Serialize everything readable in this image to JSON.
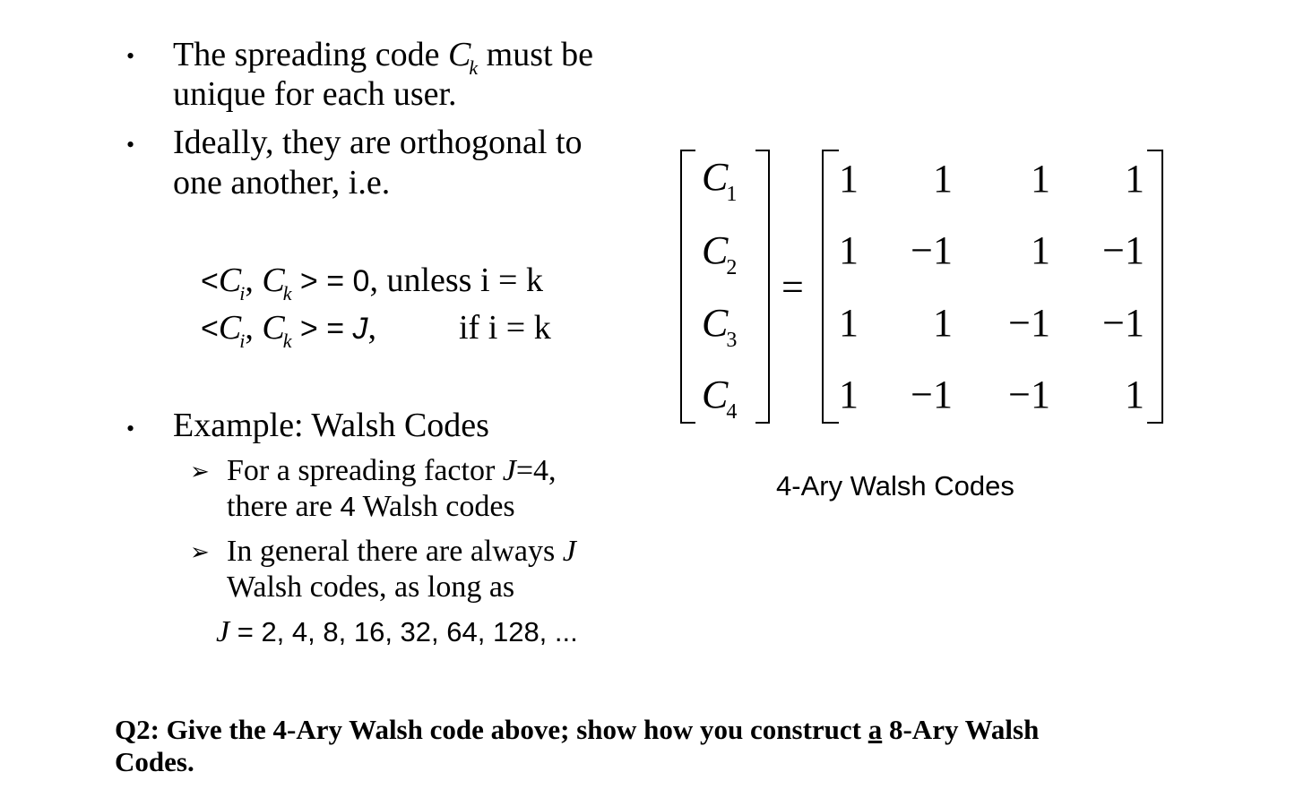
{
  "bullets": {
    "b1": {
      "l1_pre": "The spreading code ",
      "code_var": "C",
      "code_sub": "k",
      "l1_post": " must be",
      "l2": "unique for each user."
    },
    "b2": {
      "l1": "Ideally, they are orthogonal to",
      "l2": "one another, i.e."
    },
    "b3": {
      "title": "Example: Walsh Codes",
      "sub1_pre": "For a spreading factor ",
      "sub1_var": "J",
      "sub1_post": "=4,",
      "sub1_l2_a": "there are ",
      "sub1_l2_num": "4",
      "sub1_l2_b": " Walsh codes",
      "sub2_l1_pre": "In general there are always ",
      "sub2_l1_var": "J",
      "sub2_l2": "Walsh codes, as long as"
    }
  },
  "orthogonality": {
    "eq1": {
      "lt": "<",
      "ci": "C",
      "ci_sub": "i",
      "comma": ",",
      "ck": "C",
      "ck_sub": "k",
      "rel": " > = ",
      "value": "0",
      "cond": ", unless i = k"
    },
    "eq2": {
      "lt": "<",
      "ci": "C",
      "ci_sub": "i",
      "comma": ",",
      "ck": "C",
      "ck_sub": "k",
      "rel": " > = ",
      "value": "J",
      "comma2": ",",
      "cond": "if  i = k"
    }
  },
  "j_values": {
    "var": "J",
    "eq": " = ",
    "list": "2, 4, 8, 16, 32, 64, 128, ..."
  },
  "matrix": {
    "vector": [
      {
        "base": "C",
        "sub": "1"
      },
      {
        "base": "C",
        "sub": "2"
      },
      {
        "base": "C",
        "sub": "3"
      },
      {
        "base": "C",
        "sub": "4"
      }
    ],
    "equals": "=",
    "rows": [
      [
        "1",
        "1",
        "1",
        "1"
      ],
      [
        "1",
        "−1",
        "1",
        "−1"
      ],
      [
        "1",
        "1",
        "−1",
        "−1"
      ],
      [
        "1",
        "−1",
        "−1",
        "1"
      ]
    ],
    "caption": "4-Ary Walsh Codes"
  },
  "question": {
    "l1_pre": "Q2:  Give the 4-Ary Walsh code above; show how you construct ",
    "l1_u": "a",
    "l1_post": " 8-Ary Walsh",
    "l2": "Codes."
  }
}
